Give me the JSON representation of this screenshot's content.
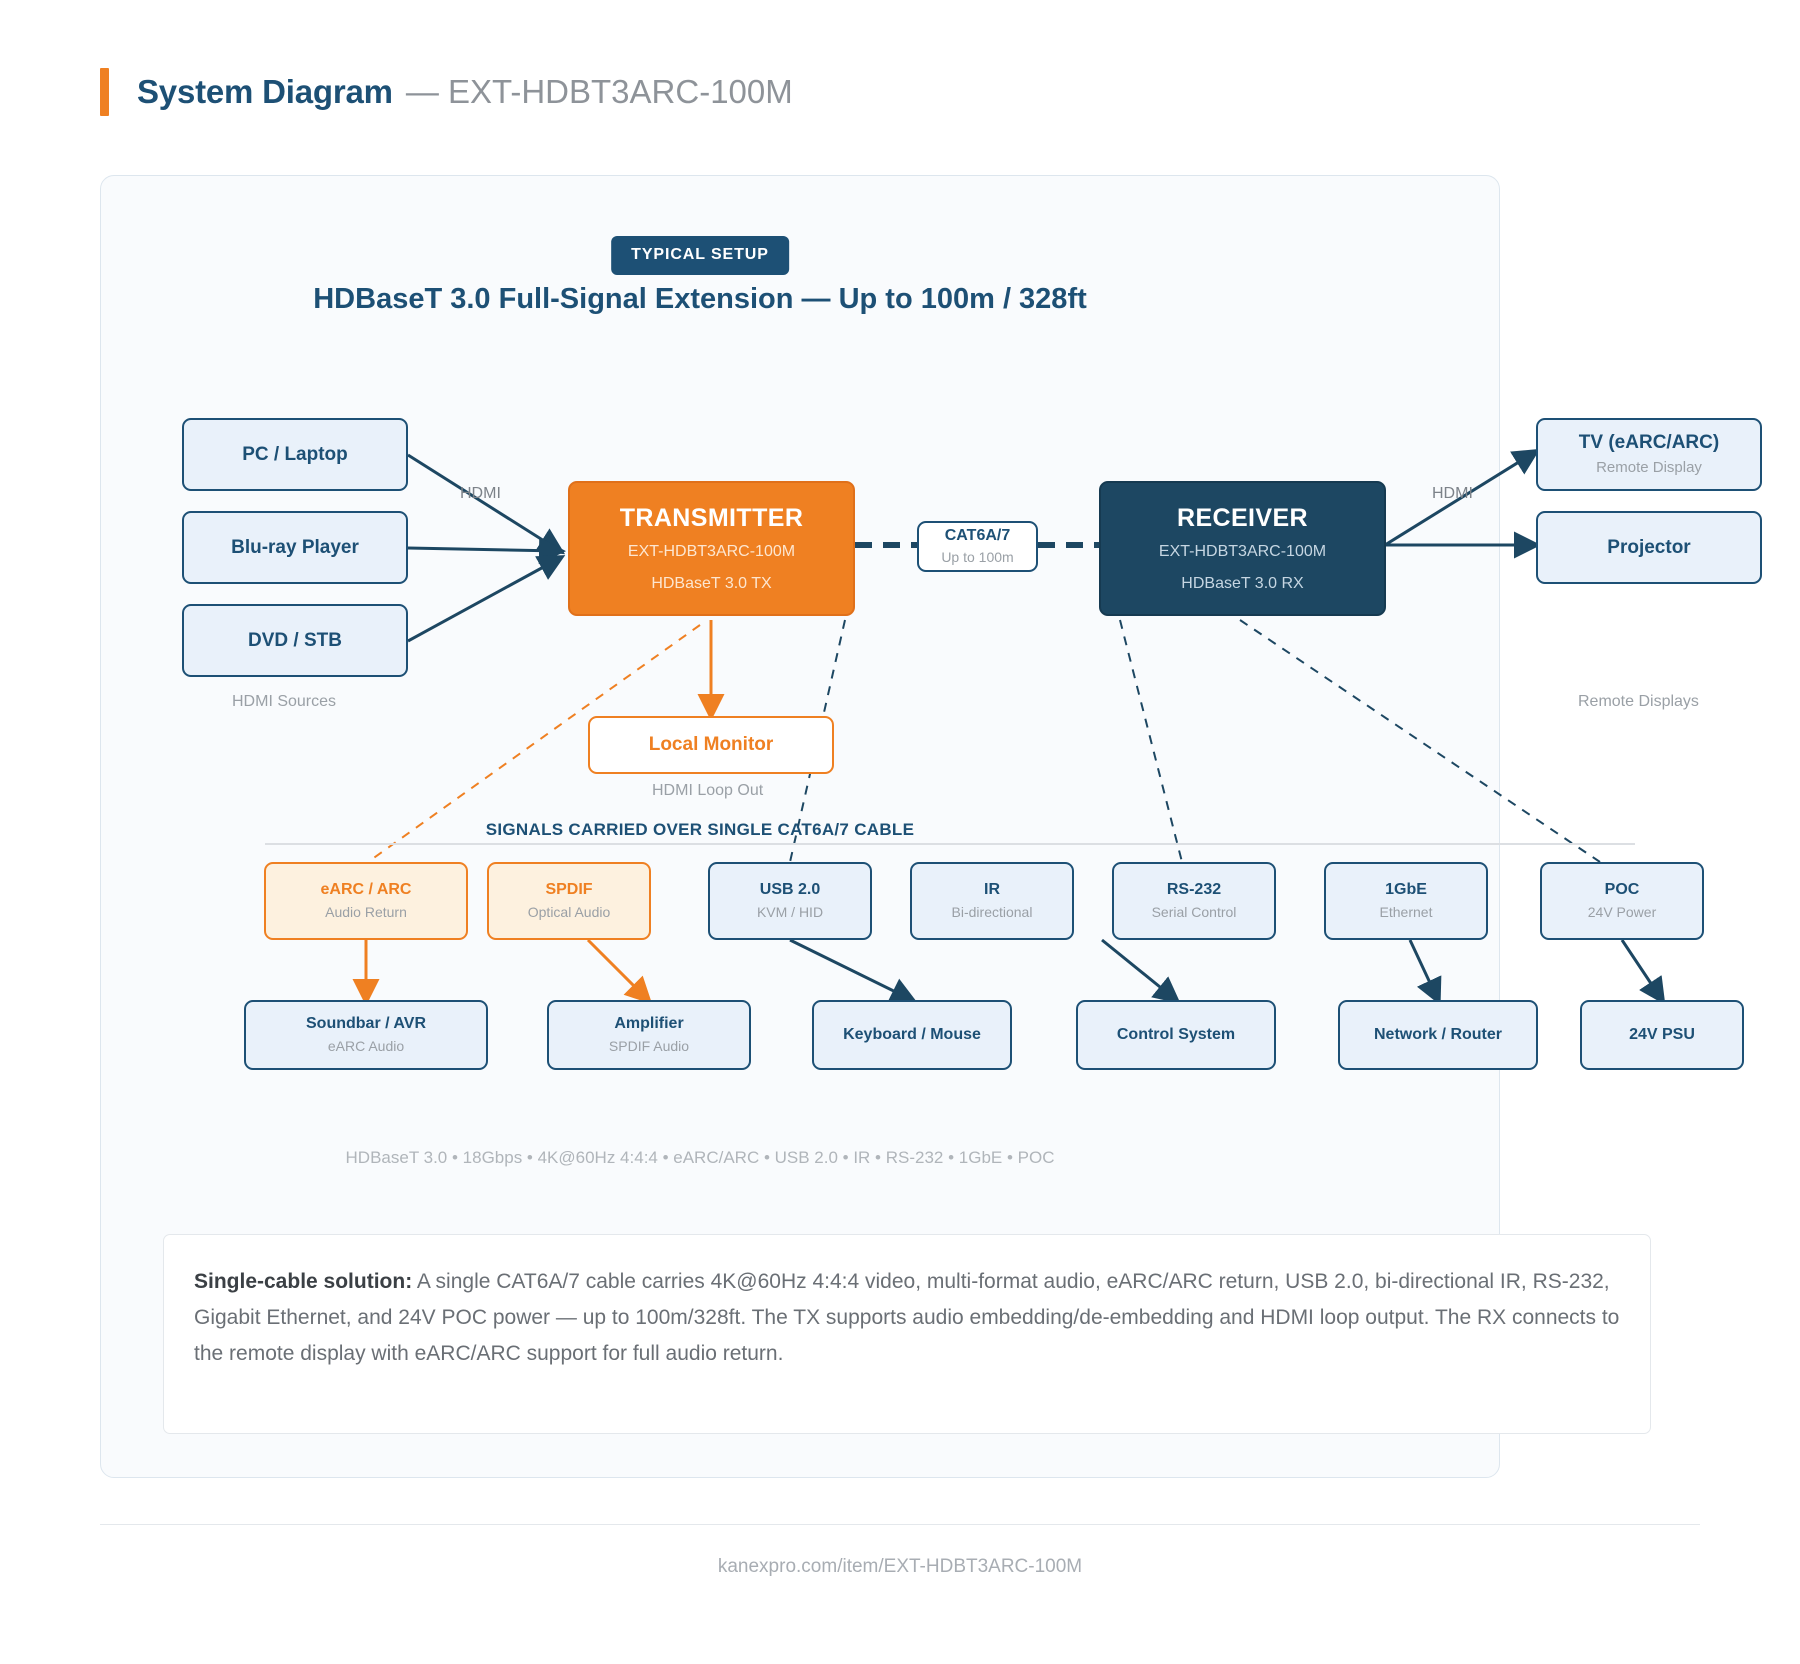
{
  "header": {
    "title_main": "System Diagram",
    "title_sep": "— EXT-HDBT3ARC-100M"
  },
  "diagram": {
    "badge": "TYPICAL SETUP",
    "title": "HDBaseT 3.0 Full-Signal Extension — Up to 100m / 328ft",
    "sources_caption": "HDMI Sources",
    "displays_caption": "Remote Displays",
    "loopout_caption": "HDMI Loop Out",
    "section_head": "SIGNALS CARRIED OVER SINGLE CAT6A/7 CABLE",
    "specs": "HDBaseT 3.0 • 18Gbps • 4K@60Hz 4:4:4 • eARC/ARC • USB 2.0 • IR • RS-232 • 1GbE • POC",
    "edge_labels": {
      "hdmi_in": "HDMI",
      "hdmi_out": "HDMI"
    }
  },
  "sources": [
    {
      "label": "PC / Laptop"
    },
    {
      "label": "Blu-ray Player"
    },
    {
      "label": "DVD / STB"
    }
  ],
  "transmitter": {
    "title": "TRANSMITTER",
    "model": "EXT-HDBT3ARC-100M",
    "role": "HDBaseT 3.0 TX"
  },
  "cable": {
    "label": "CAT6A/7",
    "sub": "Up to 100m"
  },
  "receiver": {
    "title": "RECEIVER",
    "model": "EXT-HDBT3ARC-100M",
    "role": "HDBaseT 3.0 RX"
  },
  "displays": [
    {
      "label": "TV (eARC/ARC)",
      "sub": "Remote Display"
    },
    {
      "label": "Projector",
      "sub": ""
    }
  ],
  "local_monitor": {
    "label": "Local Monitor"
  },
  "signals": [
    {
      "label": "eARC / ARC",
      "sub": "Audio Return",
      "style": "cream"
    },
    {
      "label": "SPDIF",
      "sub": "Optical Audio",
      "style": "cream"
    },
    {
      "label": "USB 2.0",
      "sub": "KVM / HID",
      "style": "blue"
    },
    {
      "label": "IR",
      "sub": "Bi-directional",
      "style": "blue"
    },
    {
      "label": "RS-232",
      "sub": "Serial Control",
      "style": "blue"
    },
    {
      "label": "1GbE",
      "sub": "Ethernet",
      "style": "blue"
    },
    {
      "label": "POC",
      "sub": "24V Power",
      "style": "blue"
    }
  ],
  "endpoints": [
    {
      "label": "Soundbar / AVR",
      "sub": "eARC Audio"
    },
    {
      "label": "Amplifier",
      "sub": "SPDIF Audio"
    },
    {
      "label": "Keyboard / Mouse",
      "sub": ""
    },
    {
      "label": "Control System",
      "sub": ""
    },
    {
      "label": "Network / Router",
      "sub": ""
    },
    {
      "label": "24V PSU",
      "sub": ""
    }
  ],
  "note": {
    "lead": "Single-cable solution:",
    "body": " A single CAT6A/7 cable carries 4K@60Hz 4:4:4 video, multi-format audio, eARC/ARC return, USB 2.0, bi-directional IR, RS-232, Gigabit Ethernet, and 24V POC power — up to 100m/328ft. The TX supports audio embedding/de-embedding and HDMI loop output. The RX connects to the remote display with eARC/ARC support for full audio return."
  },
  "footer": {
    "url": "kanexpro.com/item/EXT-HDBT3ARC-100M"
  },
  "colors": {
    "brand_navy": "#1d5075",
    "accent_orange": "#ef8022",
    "receiver_navy": "#1d4762",
    "box_fill": "#e9f1fa",
    "cream_fill": "#fdf1df",
    "canvas_bg": "#f9fbfd",
    "muted_text": "#9aa0a6"
  }
}
